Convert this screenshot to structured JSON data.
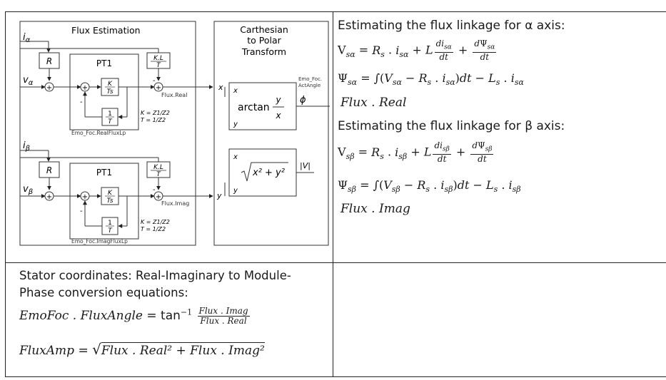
{
  "diagram": {
    "flux_estimation_title": "Flux Estimation",
    "cartesian_title_1": "Carthesian",
    "cartesian_title_2": "to Polar",
    "cartesian_title_3": "Transform",
    "in_ia": "i",
    "in_ia_sub": "α",
    "in_va": "v",
    "in_va_sub": "α",
    "in_ib": "i",
    "in_ib_sub": "β",
    "in_vb": "v",
    "in_vb_sub": "β",
    "r_block": "R",
    "pt1_label": "PT1",
    "kl_num": "K.L",
    "kl_den": "T",
    "k_num": "K",
    "k_den": "Ts",
    "one_num": "1",
    "one_den": "T",
    "k_formula": "K = Z1/Z2",
    "t_formula": "T = 1/Z2",
    "real_out": "Flux.Real",
    "imag_out": "Flux.Imag",
    "real_block_name": "Emo_Foc.RealFluxLp",
    "imag_block_name": "Emo_Foc.ImagFluxLp",
    "x_label": "x",
    "y_label": "y",
    "arctan_label": "arctan",
    "arctan_num": "y",
    "arctan_den": "x",
    "phi_label": "ϕ",
    "mag_label": "|V|",
    "sqrt_expr": "x² + y²",
    "act_angle_1": "Emo_Foc.",
    "act_angle_2": "ActAngle"
  },
  "right_panel": {
    "alpha_heading": "Estimating the flux linkage for α axis:",
    "beta_heading": "Estimating the flux linkage for β axis:",
    "flux_real": "Flux . Real",
    "flux_imag": "Flux . Imag"
  },
  "bottom_panel": {
    "note": "Stator coordinates: Real-Imaginary to Module-Phase conversion equations:",
    "angle_lhs": "EmoFoc . FluxAngle = ",
    "tan": "tan",
    "tan_exp": "−1",
    "angle_num": "Flux . Imag",
    "angle_den": "Flux . Real",
    "amp_lhs": "FluxAmp = ",
    "amp_rhs": "Flux . Real² + Flux . Imag²"
  }
}
